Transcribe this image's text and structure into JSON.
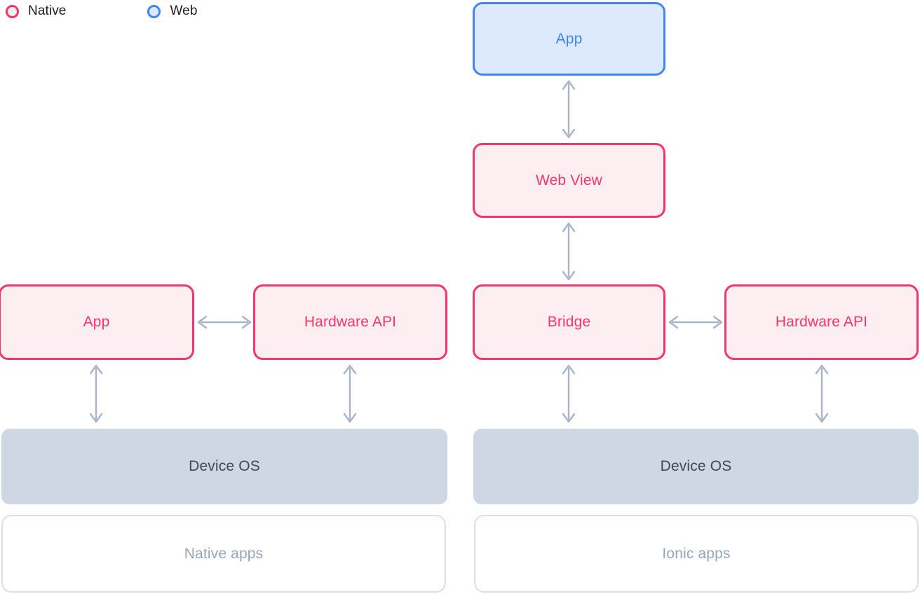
{
  "legend": {
    "items": [
      {
        "label": "Native",
        "swatch": "native-circle-icon",
        "color": "#F5356B",
        "fill": "#FDEEF2"
      },
      {
        "label": "Web",
        "swatch": "web-circle-icon",
        "color": "#4284F5",
        "fill": "#DDEAFE"
      }
    ]
  },
  "palette": {
    "native_border": "#F5356B",
    "native_fill": "#FDEEF2",
    "web_border": "#4284F5",
    "web_fill": "#DDEAFE",
    "os_fill": "#CED7E3",
    "os_text": "#3D4A5C",
    "group_border": "#D9E0EA",
    "group_text": "#97A5BC",
    "arrow": "#A8B4C8"
  },
  "columns": {
    "native": {
      "group_label": "Native apps",
      "nodes": {
        "app": "App",
        "hardware_api": "Hardware API",
        "device_os": "Device OS"
      }
    },
    "ionic": {
      "group_label": "Ionic apps",
      "nodes": {
        "app": "App",
        "web_view": "Web View",
        "bridge": "Bridge",
        "hardware_api": "Hardware API",
        "device_os": "Device OS"
      }
    }
  },
  "connectors": [
    {
      "name": "app-to-webview",
      "orientation": "vertical",
      "direction": "bidirectional"
    },
    {
      "name": "webview-to-bridge",
      "orientation": "vertical",
      "direction": "bidirectional"
    },
    {
      "name": "native-app-to-hardware-api",
      "orientation": "horizontal",
      "direction": "bidirectional"
    },
    {
      "name": "bridge-to-hardware-api",
      "orientation": "horizontal",
      "direction": "bidirectional"
    },
    {
      "name": "native-app-to-device-os",
      "orientation": "vertical",
      "direction": "bidirectional"
    },
    {
      "name": "native-hardware-api-to-device-os",
      "orientation": "vertical",
      "direction": "bidirectional"
    },
    {
      "name": "bridge-to-device-os",
      "orientation": "vertical",
      "direction": "bidirectional"
    },
    {
      "name": "ionic-hardware-api-to-device-os",
      "orientation": "vertical",
      "direction": "bidirectional"
    }
  ]
}
